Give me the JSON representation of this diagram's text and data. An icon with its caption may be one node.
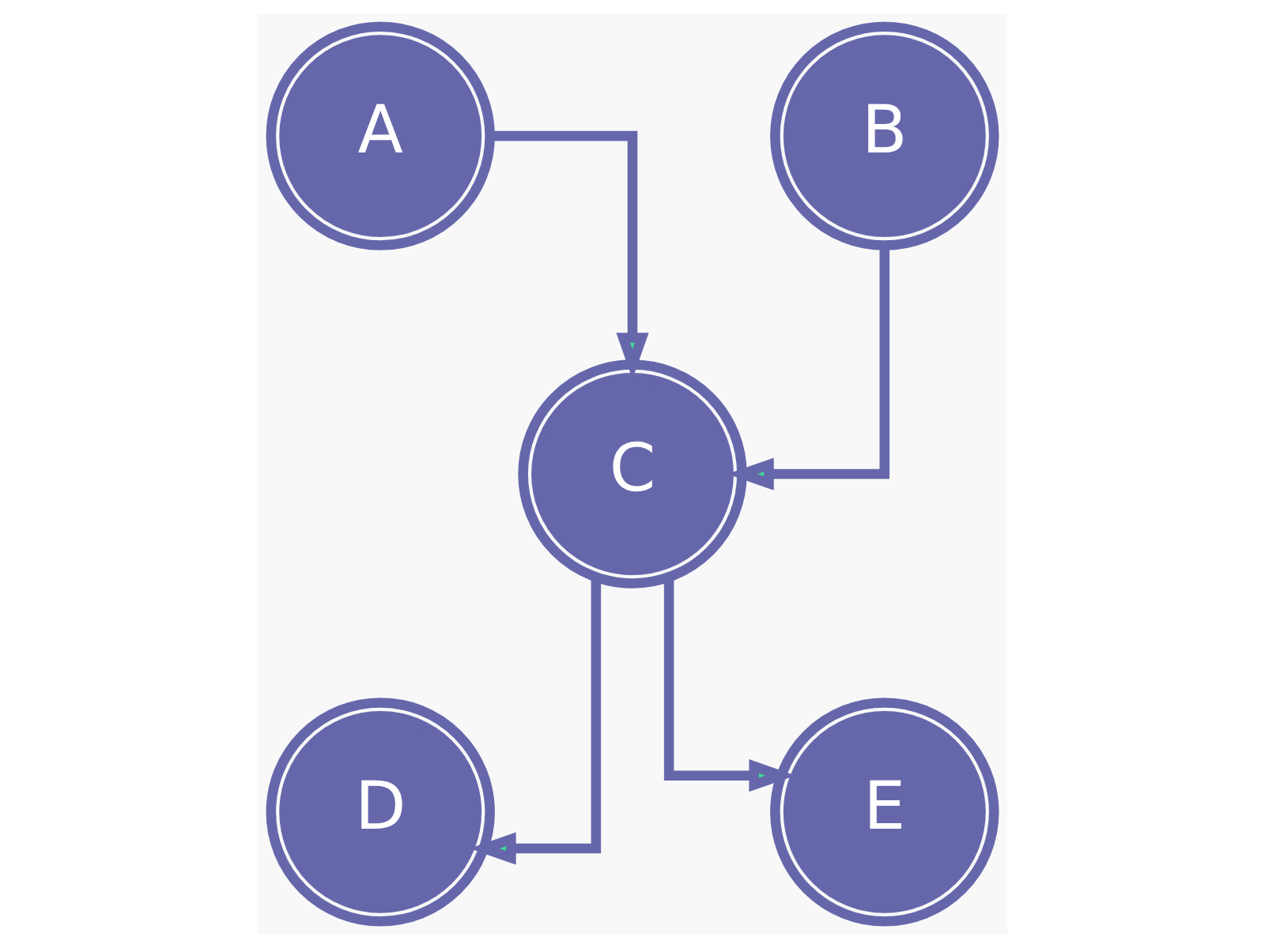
{
  "diagram": {
    "nodes": [
      {
        "text": [
          "A"
        ]
      },
      {
        "text": [
          "B"
        ]
      },
      {
        "text": [
          "C"
        ]
      },
      {
        "text": [
          "D"
        ]
      },
      {
        "text": [
          "E"
        ]
      }
    ],
    "edges": [
      {
        "from": 0,
        "to": 2,
        "arrow": "to"
      },
      {
        "from": 1,
        "to": 2,
        "arrow": "to"
      },
      {
        "from": 2,
        "to": 3,
        "arrow": "to"
      },
      {
        "from": 2,
        "to": 4,
        "arrow": "to"
      }
    ]
  }
}
